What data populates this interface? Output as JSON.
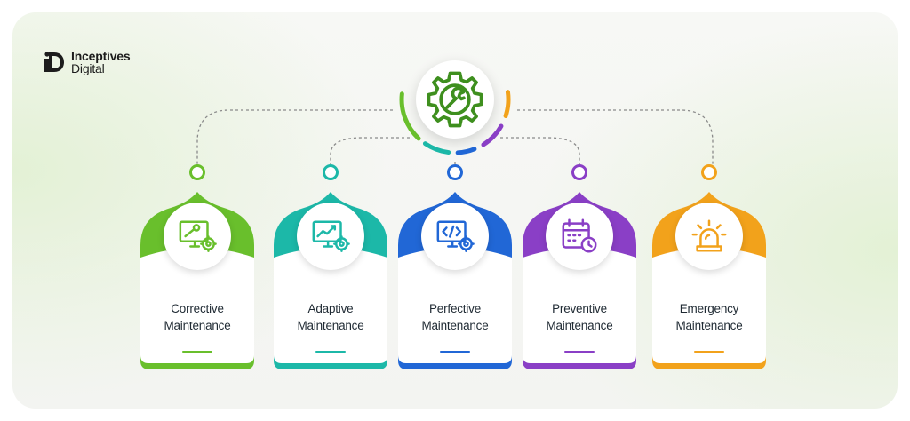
{
  "brand": {
    "line1": "Inceptives",
    "line2": "Digital"
  },
  "hub": {
    "icon": "gear-wrench-icon",
    "color": "#3e8f1e"
  },
  "categories": [
    {
      "line1": "Corrective",
      "line2": "Maintenance",
      "color": "#69bf2c",
      "icon": "monitor-wrench-icon"
    },
    {
      "line1": "Adaptive",
      "line2": "Maintenance",
      "color": "#1cb8a8",
      "icon": "monitor-chart-icon"
    },
    {
      "line1": "Perfective",
      "line2": "Maintenance",
      "color": "#2167d6",
      "icon": "monitor-code-icon"
    },
    {
      "line1": "Preventive",
      "line2": "Maintenance",
      "color": "#8a3fc6",
      "icon": "calendar-clock-icon"
    },
    {
      "line1": "Emergency",
      "line2": "Maintenance",
      "color": "#f2a21b",
      "icon": "siren-icon"
    }
  ]
}
